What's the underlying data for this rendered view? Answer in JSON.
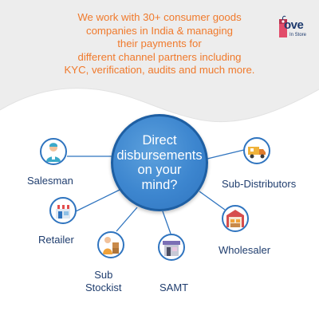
{
  "headline": {
    "lines": [
      "We work with 30+ consumer goods",
      "companies in India & managing",
      "their payments for",
      "different channel partners including",
      "KYC, verification, audits and much more."
    ]
  },
  "logo": {
    "word": "ove",
    "sub": "In Store"
  },
  "center": {
    "lines": [
      "Direct",
      "disbursements",
      "on your",
      "mind?"
    ]
  },
  "nodes": {
    "salesman": {
      "label": "Salesman",
      "icon": "salesman-icon"
    },
    "retailer": {
      "label": "Retailer",
      "icon": "shop-icon"
    },
    "sub_stockist": {
      "label_lines": [
        "Sub",
        "Stockist"
      ],
      "icon": "stockist-icon"
    },
    "samt": {
      "label": "SAMT",
      "icon": "store-icon"
    },
    "wholesaler": {
      "label": "Wholesaler",
      "icon": "warehouse-icon"
    },
    "sub_distributors": {
      "label": "Sub-Distributors",
      "icon": "delivery-truck-icon"
    }
  },
  "colors": {
    "headline": "#f07a2c",
    "accent_blue": "#2f74bf",
    "label_text": "#1f3d6e",
    "wave_gray": "#ededed"
  }
}
